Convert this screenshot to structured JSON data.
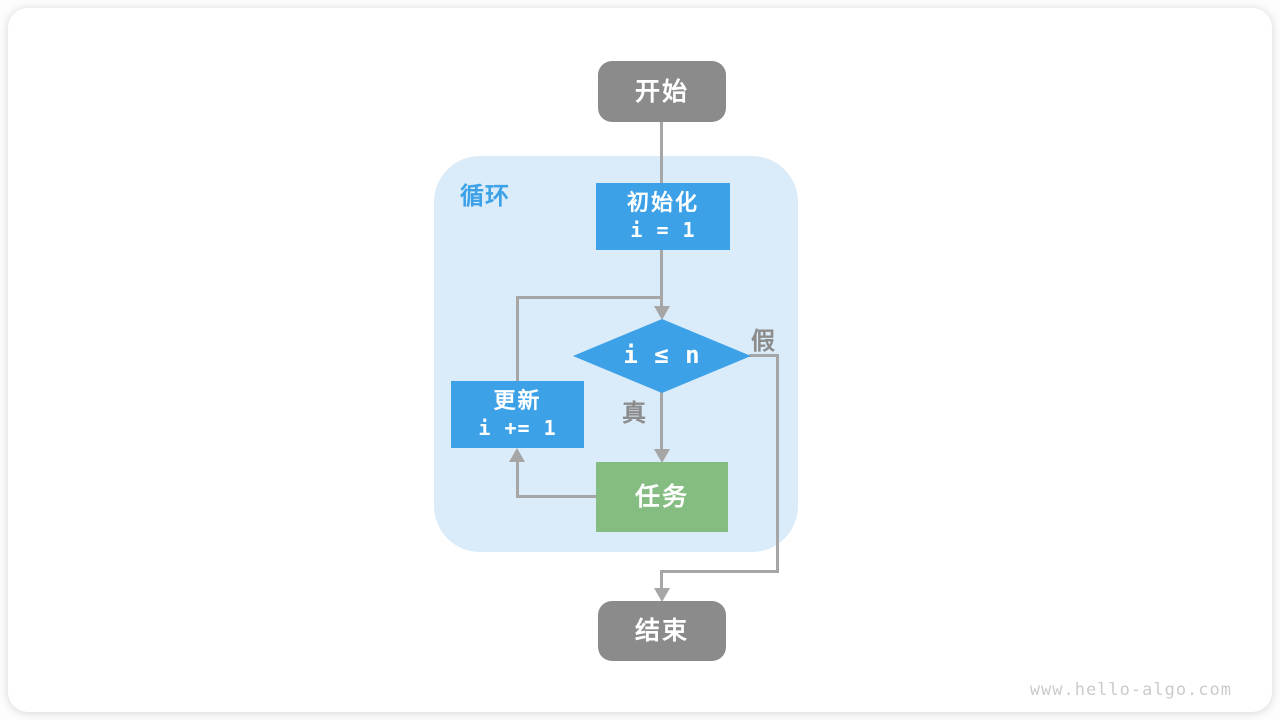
{
  "diagram": {
    "loop_label": "循环",
    "nodes": {
      "start": {
        "label": "开始"
      },
      "init": {
        "label": "初始化",
        "code": "i = 1"
      },
      "cond": {
        "code": "i ≤ n"
      },
      "update": {
        "label": "更新",
        "code": "i += 1"
      },
      "task": {
        "label": "任务"
      },
      "end": {
        "label": "结束"
      }
    },
    "edge_labels": {
      "true_label": "真",
      "false_label": "假"
    }
  },
  "watermark": "www.hello-algo.com",
  "colors": {
    "node_blue": "#3da1e8",
    "node_green": "#85bc81",
    "node_gray": "#8b8b8b",
    "loop_container_bg": "#daebf9",
    "loop_label_text": "#3da1e8",
    "edge_line": "#a6a6a6",
    "edge_label_text": "#8c8c8c",
    "watermark_text": "#cbcbcb"
  }
}
